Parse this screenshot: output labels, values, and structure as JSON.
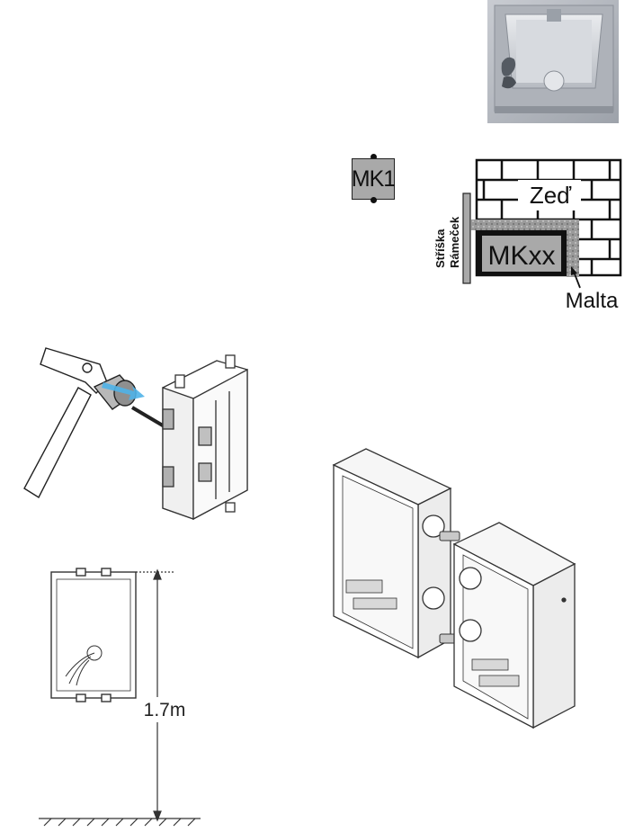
{
  "photo": {
    "name": "mounting-box-photo"
  },
  "mk1": {
    "label": "MK1"
  },
  "wall": {
    "wall_label": "Zeď",
    "box_label": "MKxx",
    "mortar_label": "Malta",
    "roof_label": "Stříška",
    "frame_label": "Rámeček"
  },
  "height": {
    "label": "1.7m"
  },
  "colors": {
    "arrow": "#4fb3e8",
    "box_gray": "#a9a9a9",
    "mortar": "#8f8f8f"
  }
}
